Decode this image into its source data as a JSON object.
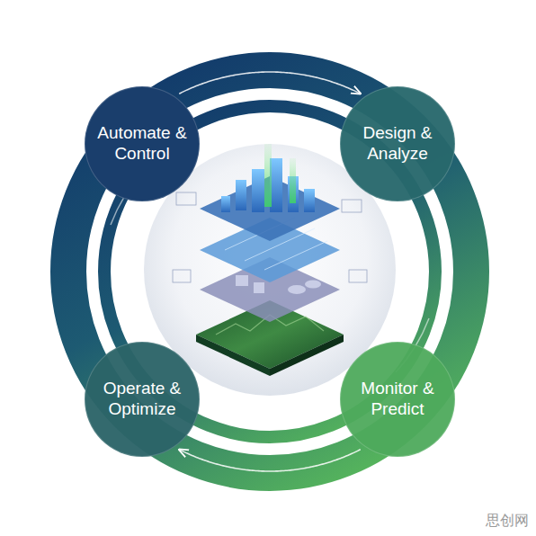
{
  "diagram": {
    "nodes": [
      {
        "text": [
          "Automate & Control"
        ]
      },
      {
        "text": [
          "Design & Analyze"
        ]
      },
      {
        "text": [
          "Operate & Optimize"
        ]
      },
      {
        "text": [
          "Monitor & Predict"
        ]
      }
    ],
    "edges": [
      {
        "from": 0,
        "to": 1,
        "arrow": "to"
      },
      {
        "from": 3,
        "to": 2,
        "arrow": "to"
      }
    ],
    "labels": [
      "思创网"
    ]
  }
}
